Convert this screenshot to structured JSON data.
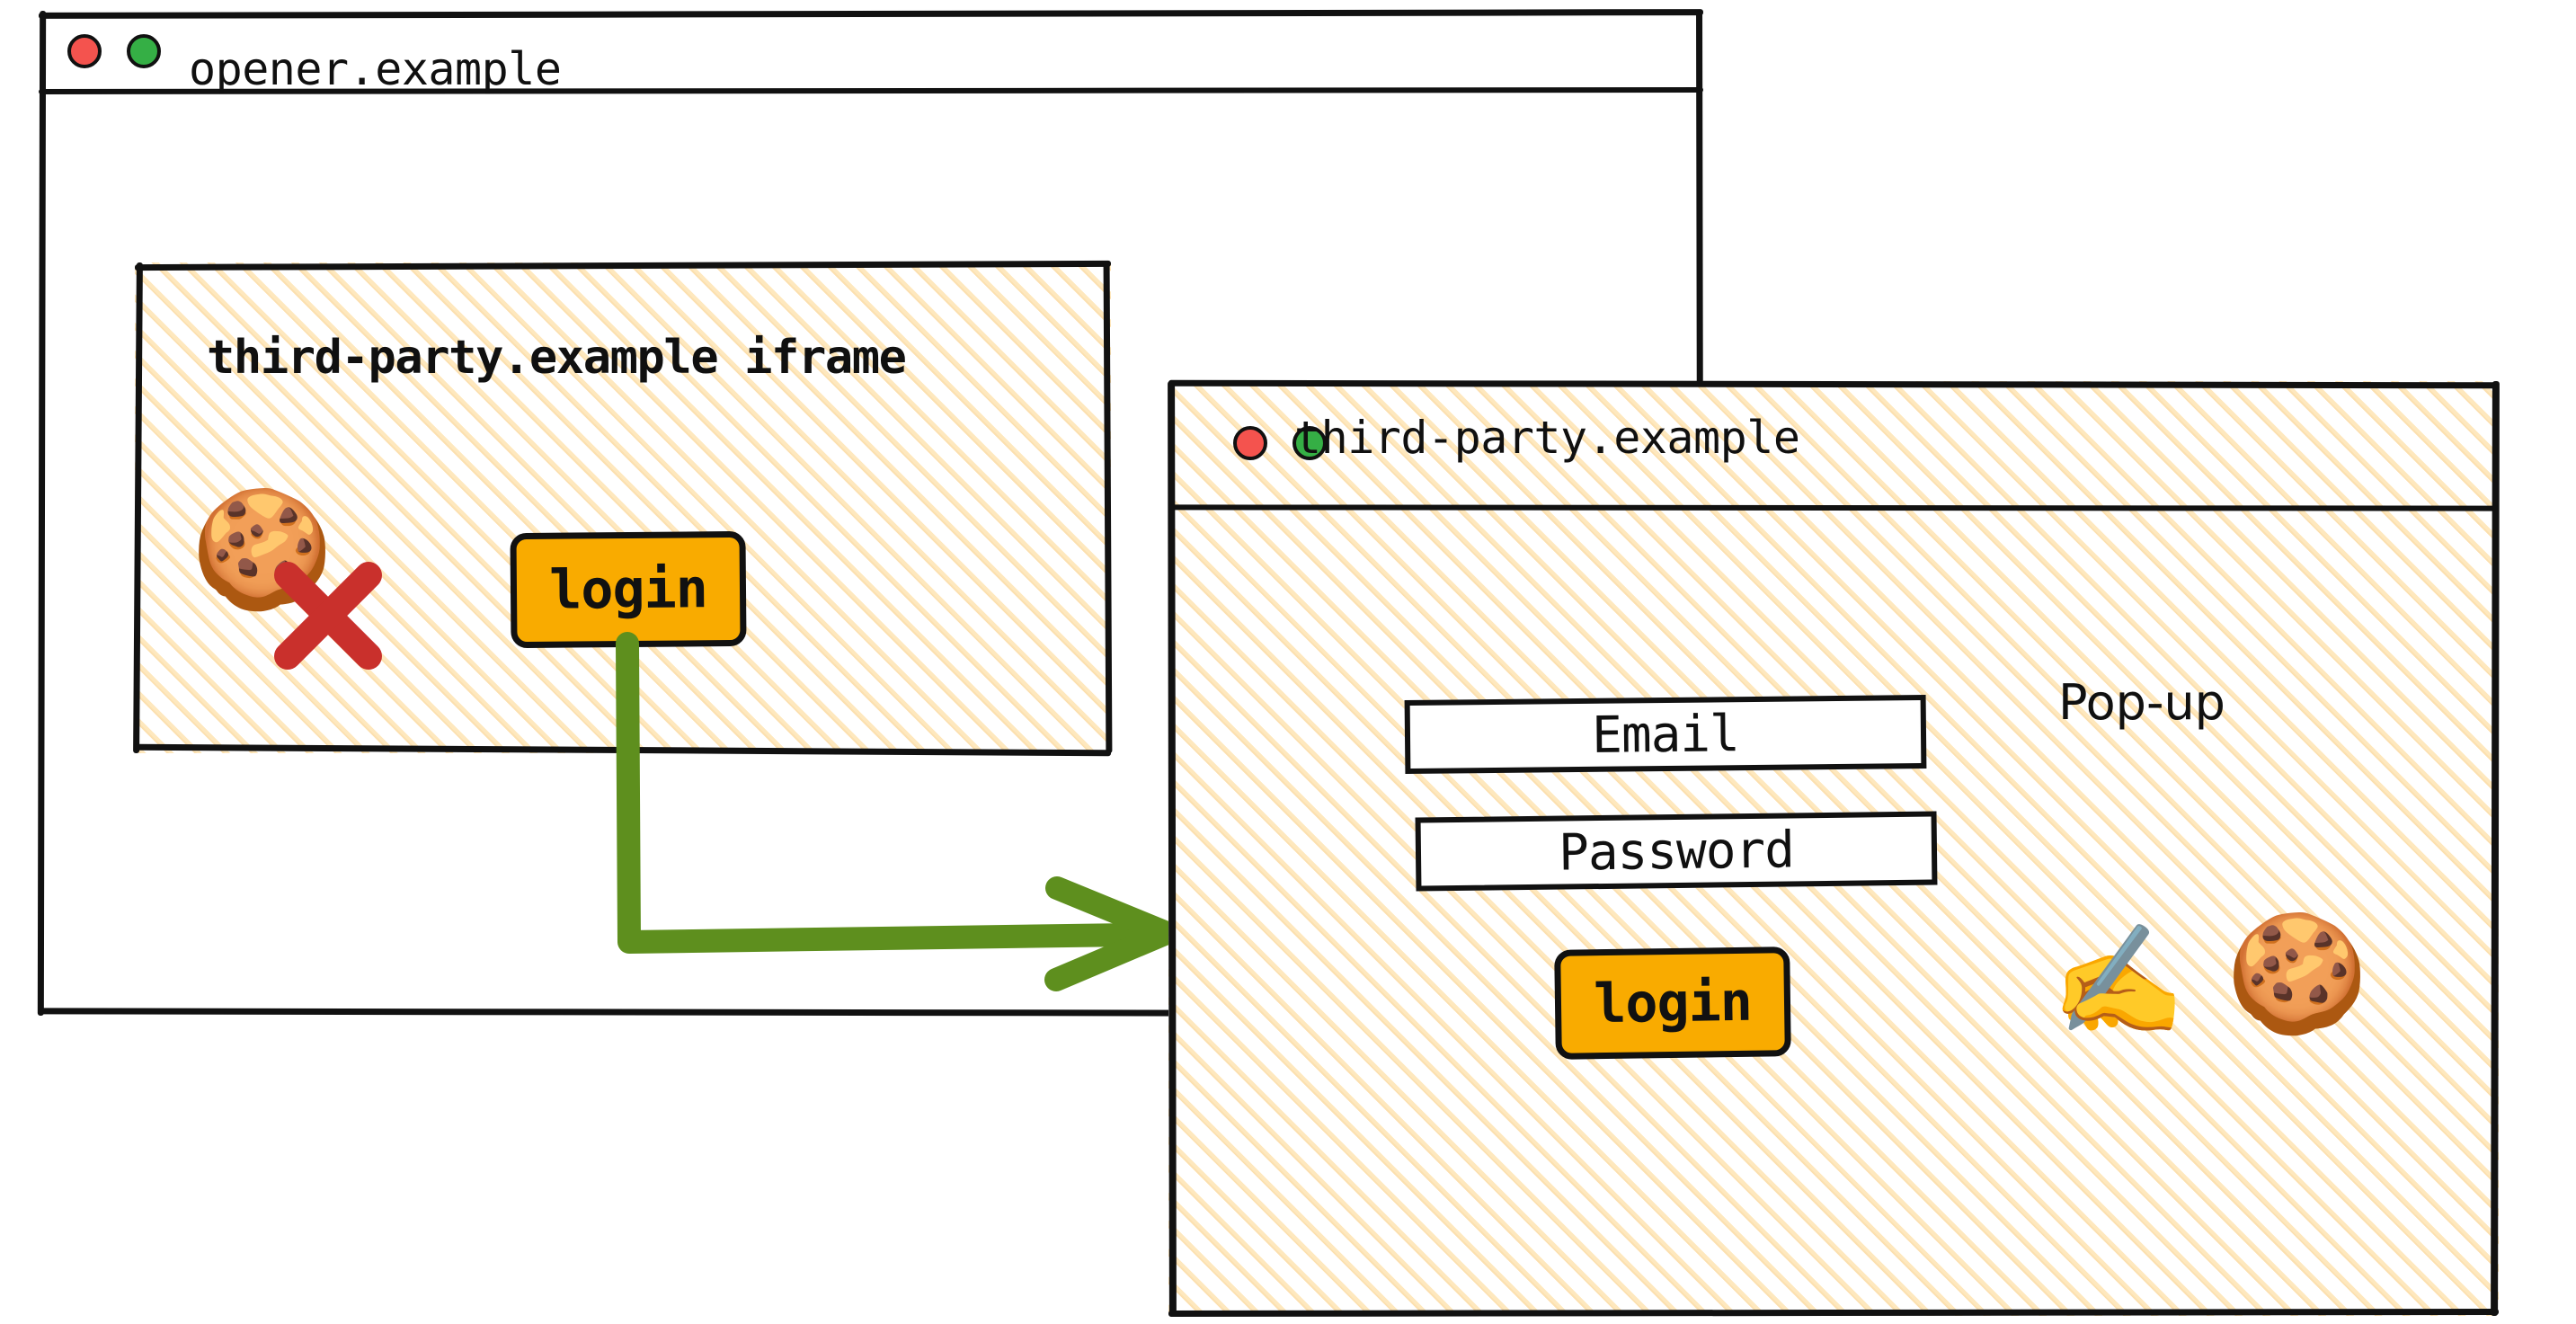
{
  "diagram": {
    "title": "Third-party iframe login via pop-up window",
    "colors": {
      "accent_amber": "#F9AB00",
      "arrow_green": "#5E8F1E",
      "blocked_red": "#C9302C",
      "traffic_red": "#F4534E",
      "traffic_green": "#35AF45",
      "hatch_cream": "#FAC67E",
      "stroke_black": "#111111"
    }
  },
  "opener_window": {
    "title": "opener.example",
    "traffic_lights": [
      {
        "name": "close",
        "color": "#F4534E"
      },
      {
        "name": "maximize",
        "color": "#35AF45"
      }
    ],
    "iframe": {
      "title": "third-party.example iframe",
      "cookie_icon": "🍪",
      "cookie_state": "blocked",
      "blocked_marker": "red-x",
      "login_button": "login"
    }
  },
  "popup_window": {
    "title": "third-party.example",
    "label": "Pop-up",
    "traffic_lights": [
      {
        "name": "close",
        "color": "#F4534E"
      },
      {
        "name": "maximize",
        "color": "#35AF45"
      }
    ],
    "form": {
      "email_field": "Email",
      "password_field": "Password",
      "login_button": "login"
    },
    "cookie_icon": "🍪",
    "writing_hand_icon": "✍️",
    "cookie_state": "granted"
  },
  "arrow": {
    "from": "iframe login button",
    "to": "pop-up window",
    "color": "#5E8F1E"
  }
}
